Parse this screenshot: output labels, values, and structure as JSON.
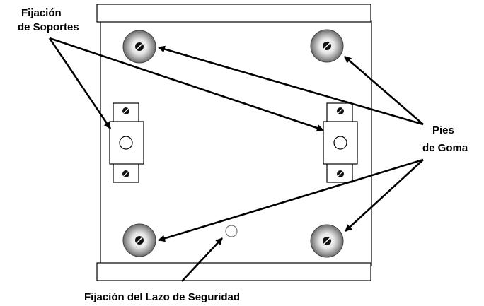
{
  "labels": {
    "bracket_mount_line1": "Fijación",
    "bracket_mount_line2": "de Soportes",
    "rubber_feet_line1": "Pies",
    "rubber_feet_line2": "de Goma",
    "security_loop": "Fijación del Lazo de Seguridad"
  },
  "colors": {
    "outline": "#000000",
    "foot_dark": "#777777",
    "foot_light": "#eeeeee",
    "panel": "#ffffff"
  }
}
